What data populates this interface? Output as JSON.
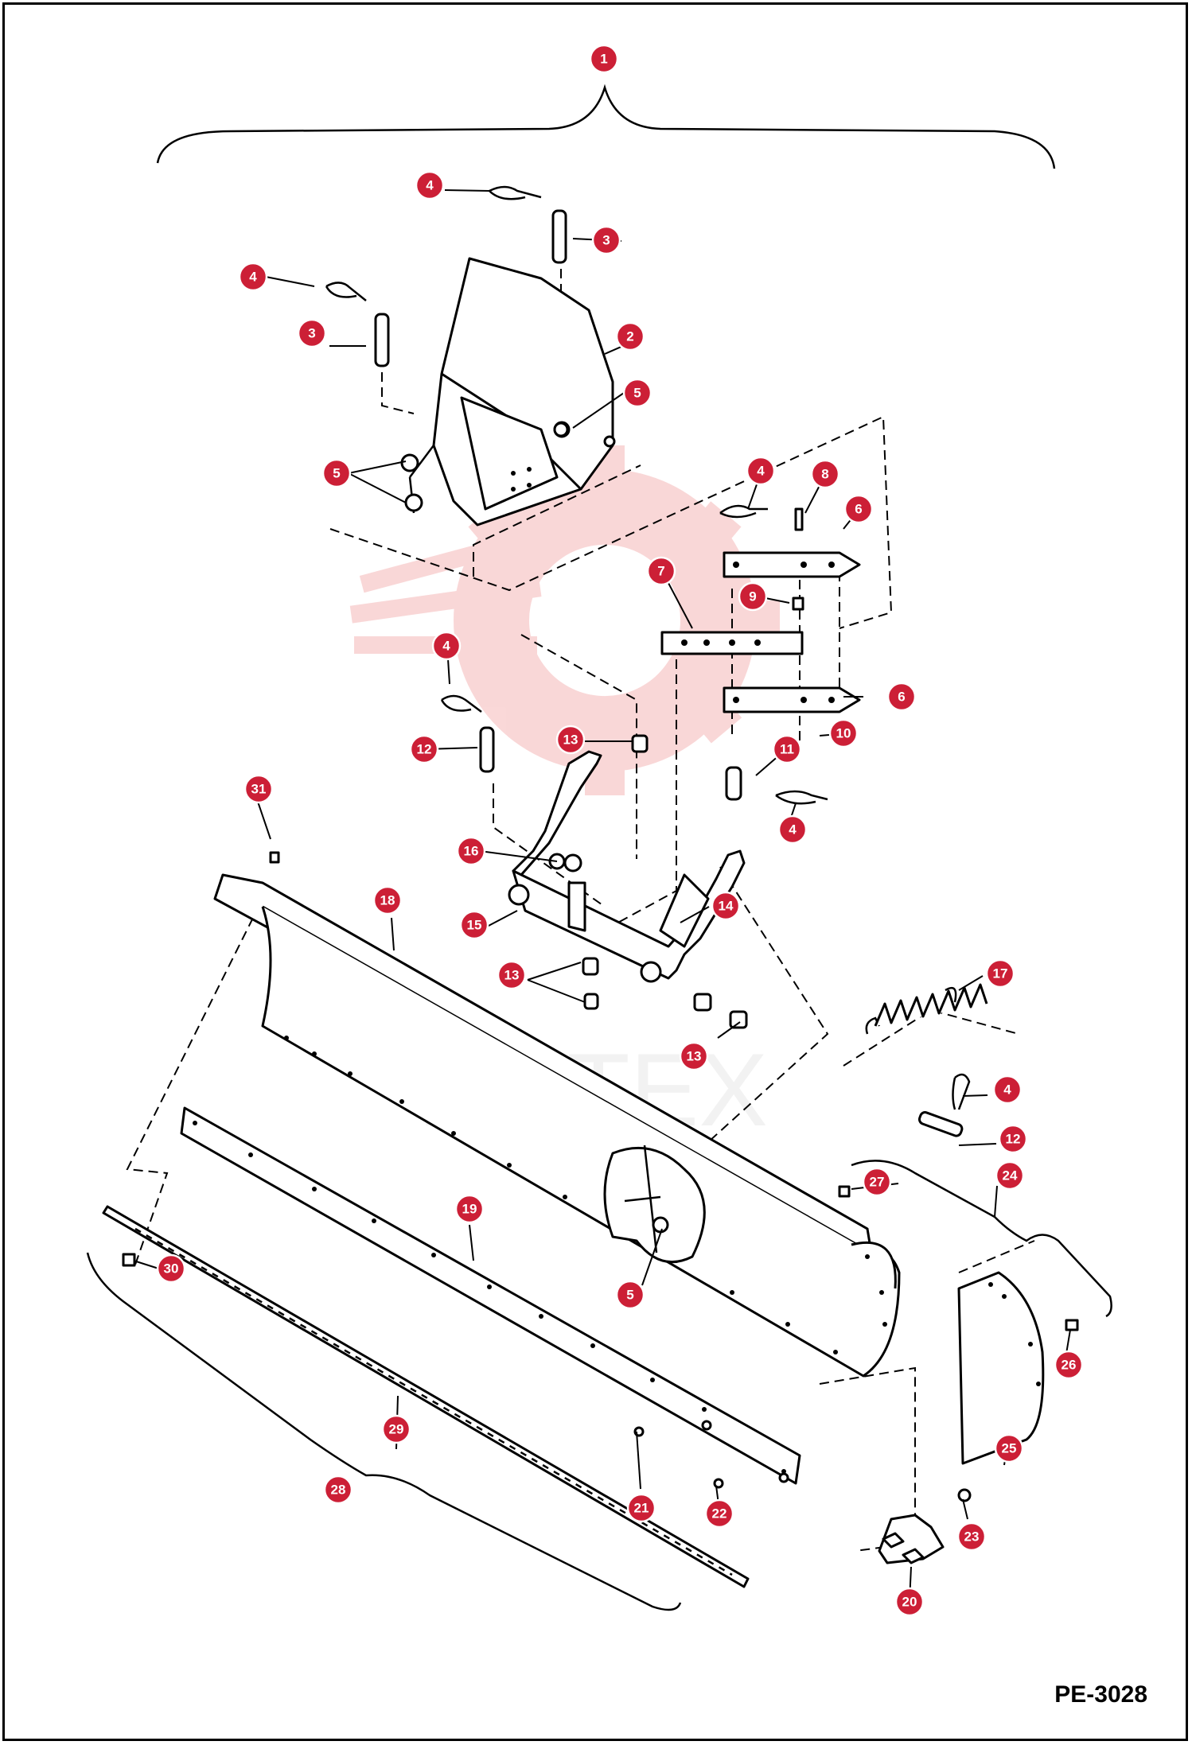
{
  "page_code": "PE-3028",
  "watermark_text": "ИНТЕХ",
  "callout_color": "#cc1f36",
  "watermark_color": "#f5b8b8",
  "callouts": [
    {
      "label": "1"
    },
    {
      "label": "2"
    },
    {
      "label": "3"
    },
    {
      "label": "3"
    },
    {
      "label": "4"
    },
    {
      "label": "4"
    },
    {
      "label": "4"
    },
    {
      "label": "4"
    },
    {
      "label": "4"
    },
    {
      "label": "4"
    },
    {
      "label": "5"
    },
    {
      "label": "5"
    },
    {
      "label": "5"
    },
    {
      "label": "6"
    },
    {
      "label": "6"
    },
    {
      "label": "7"
    },
    {
      "label": "8"
    },
    {
      "label": "9"
    },
    {
      "label": "10"
    },
    {
      "label": "11"
    },
    {
      "label": "12"
    },
    {
      "label": "12"
    },
    {
      "label": "13"
    },
    {
      "label": "13"
    },
    {
      "label": "13"
    },
    {
      "label": "14"
    },
    {
      "label": "15"
    },
    {
      "label": "16"
    },
    {
      "label": "17"
    },
    {
      "label": "18"
    },
    {
      "label": "19"
    },
    {
      "label": "20"
    },
    {
      "label": "21"
    },
    {
      "label": "22"
    },
    {
      "label": "23"
    },
    {
      "label": "24"
    },
    {
      "label": "25"
    },
    {
      "label": "26"
    },
    {
      "label": "27"
    },
    {
      "label": "28"
    },
    {
      "label": "29"
    },
    {
      "label": "30"
    },
    {
      "label": "31"
    }
  ]
}
